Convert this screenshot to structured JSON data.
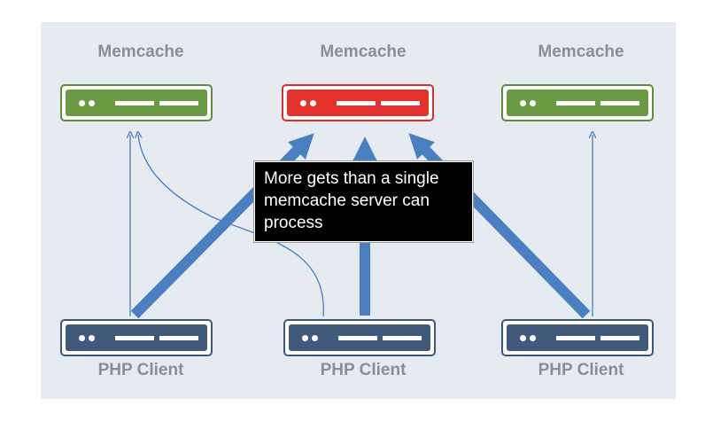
{
  "memcache_servers": [
    {
      "label": "Memcache",
      "status": "normal"
    },
    {
      "label": "Memcache",
      "status": "overloaded"
    },
    {
      "label": "Memcache",
      "status": "normal"
    }
  ],
  "clients": [
    {
      "label": "PHP Client"
    },
    {
      "label": "PHP Client"
    },
    {
      "label": "PHP Client"
    }
  ],
  "callout": {
    "text": "More gets than a single memcache server can process"
  },
  "colors": {
    "background": "#e5ebf1",
    "normal_server": "#6a9a42",
    "overloaded_server": "#e3312e",
    "client": "#3f5a7a",
    "arrow": "#4a7fc1"
  }
}
